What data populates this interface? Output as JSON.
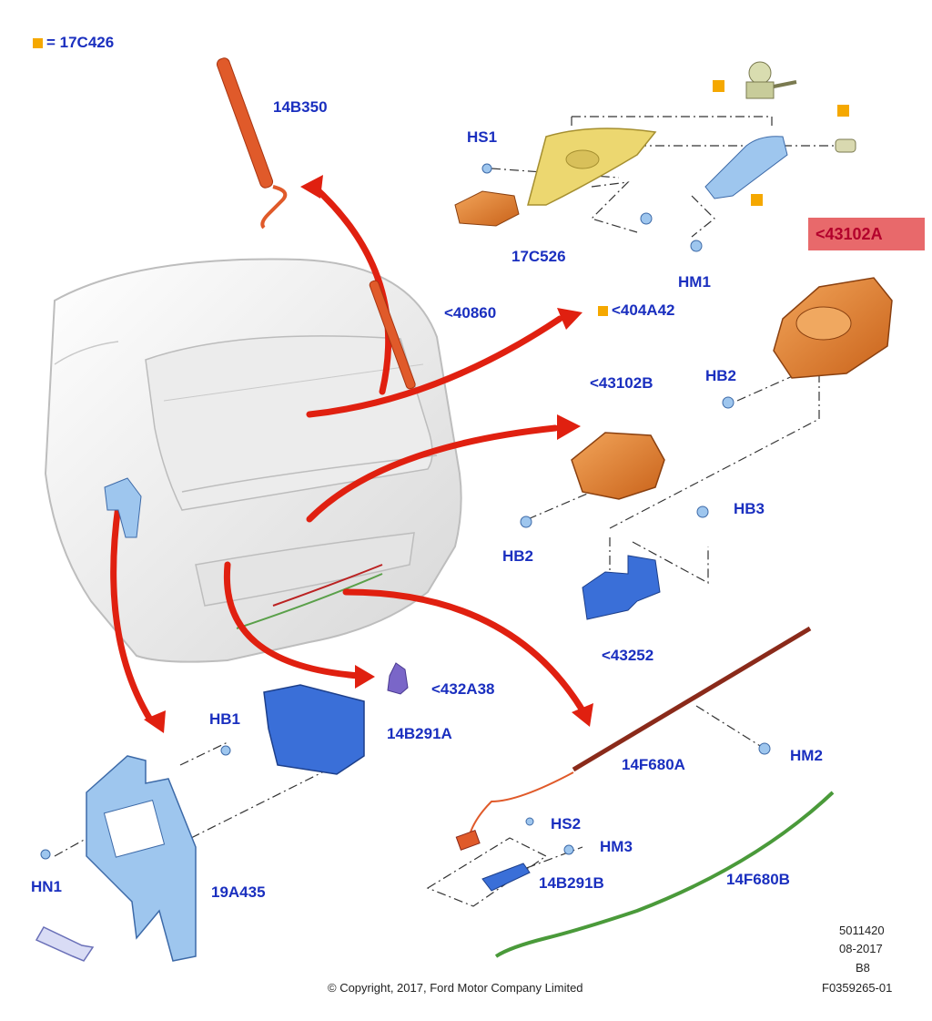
{
  "legend": {
    "text": "= 17C426",
    "color": "#f5a800"
  },
  "highlighted_part": "<43102A",
  "labels": {
    "p14B350": "14B350",
    "pHS1": "HS1",
    "p17C526": "17C526",
    "p40860": "<40860",
    "p404A42": "<404A42",
    "pHM1": "HM1",
    "p43102B": "<43102B",
    "pHB2a": "HB2",
    "pHB2b": "HB2",
    "pHB3": "HB3",
    "p43252": "<43252",
    "p432A38": "<432A38",
    "pHB1": "HB1",
    "p14B291A": "14B291A",
    "p14F680A": "14F680A",
    "pHM2": "HM2",
    "pHS2": "HS2",
    "pHM3": "HM3",
    "p14B291B": "14B291B",
    "p14F680B": "14F680B",
    "pHN1": "HN1",
    "p19A435": "19A435"
  },
  "footer": {
    "code1": "5011420",
    "date": "08-2017",
    "rev": "B8",
    "figure": "F0359265-01",
    "copyright": "© Copyright, 2017, Ford Motor Company Limited"
  },
  "colors": {
    "label_blue": "#1a2fbf",
    "arrow_red": "#e02010",
    "part_orange": "#e07a20",
    "part_blue": "#3a6fd8",
    "part_lightblue": "#9ec6ee",
    "part_yellow": "#ecd770",
    "highlight": "#e8696b"
  }
}
